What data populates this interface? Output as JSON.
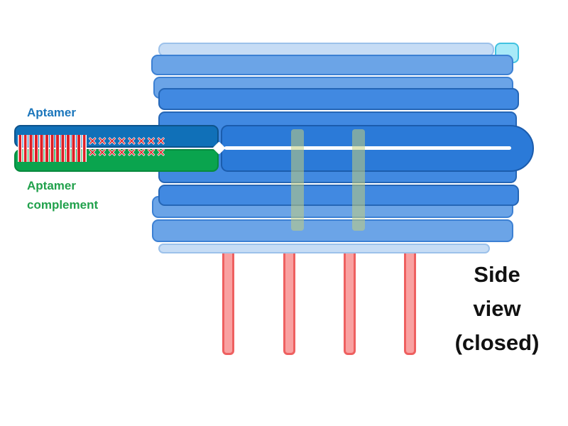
{
  "labels": {
    "aptamer": "Aptamer",
    "aptamer_complement": "Aptamer\ncomplement",
    "caption": "Side\nview\n(closed)"
  },
  "marks": {
    "x_row_top": "✕✕✕✕✕✕✕✕",
    "x_row_bottom": "✕✕✕✕✕✕✕✕",
    "hybridization_tick_count": 13
  },
  "colors": {
    "bar-lightest": "#c6dcf5",
    "bar-lightest-border": "#9cc1ea",
    "bar-light": "#6ba4e7",
    "bar-light-border": "#3c80d3",
    "bar-medium": "#4189e1",
    "bar-medium-border": "#2566b6",
    "hairpin-fill": "#2b7ad8",
    "hairpin-border": "#1b5cad",
    "aptamer-fill": "#1070b8",
    "aptamer-border": "#0e538c",
    "complement-fill": "#0aa44e",
    "complement-border": "#088a3e",
    "tab-fill": "#a8eaf8",
    "tab-border": "#41c2e0",
    "strand-fill": "#f9a1a1",
    "strand-border": "#ee6060",
    "stick-fill": "rgba(195,205,125,0.55)",
    "mark-red": "#e01f26",
    "label-blue": "#1b76bc",
    "label-green": "#21a14c",
    "title-color": "#111111"
  }
}
